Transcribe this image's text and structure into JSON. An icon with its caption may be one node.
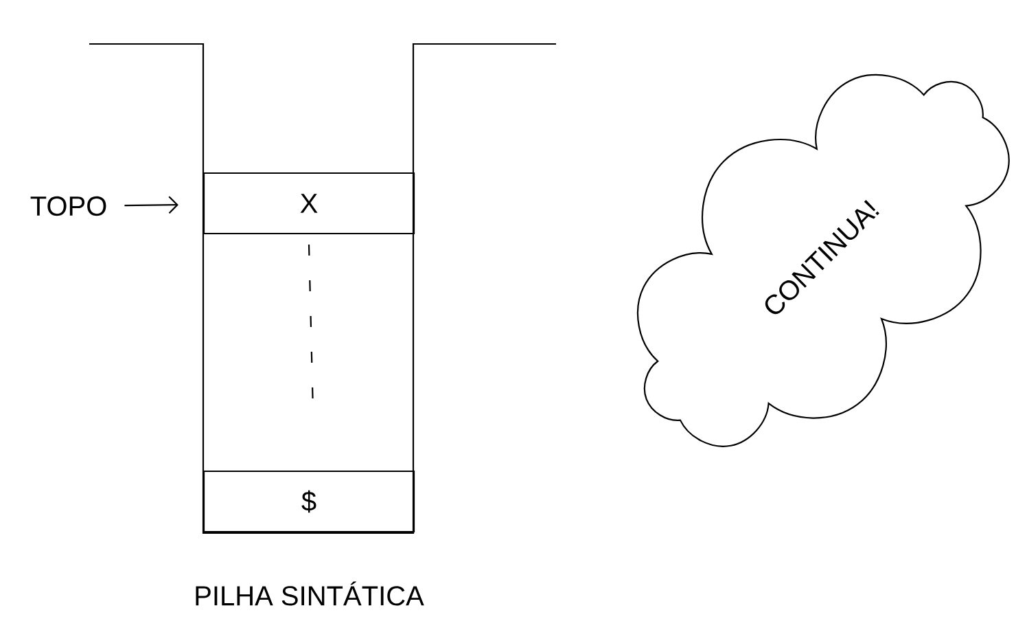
{
  "diagram": {
    "caption": "PILHA SINTÁTICA",
    "nodes": [
      {
        "text": [
          "X"
        ]
      },
      {
        "text": [
          "$"
        ]
      },
      {
        "text": [
          "TOPO"
        ]
      },
      {
        "text": [
          "CONTINUA!"
        ]
      }
    ],
    "edges": [
      {
        "from": 2,
        "to": 0,
        "arrow": "to"
      }
    ]
  }
}
